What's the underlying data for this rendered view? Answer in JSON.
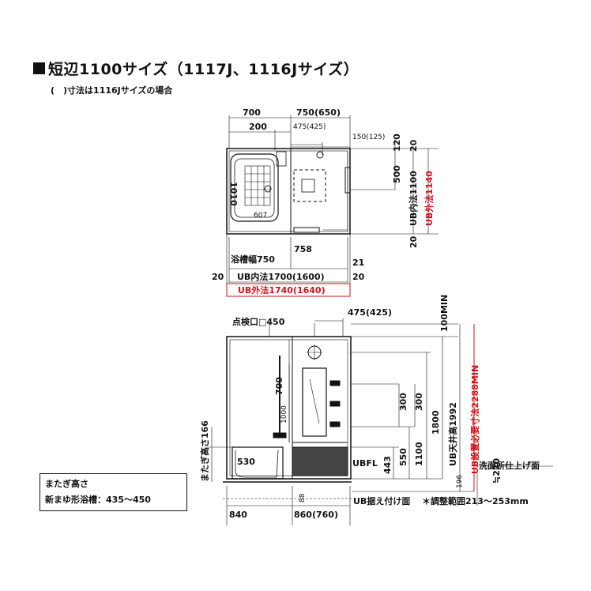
{
  "title": "短辺1100サイズ（1117J、1116Jサイズ）",
  "note": "(　)寸法は1116Jサイズの場合",
  "colors": {
    "red": "#d0121b",
    "line": "#111111"
  },
  "plan": {
    "top_dims": {
      "d700": "700",
      "d750": "750(650)",
      "d200": "200",
      "d475": "475(425)",
      "d150": "150(125)"
    },
    "right_dims": {
      "d120": "120",
      "d20a": "20",
      "d500": "500",
      "ub_inner": "UB内法1100",
      "ub_outer": "UB外法1140",
      "d20b": "20"
    },
    "tub_label": "1010",
    "tub_607": "607",
    "bottom_dims": {
      "tub_width": "浴槽幅750",
      "d758": "758",
      "d21": "21",
      "d20l": "20",
      "ub_inner": "UB内法1700(1600)",
      "d20r": "20",
      "ub_outer": "UB外法1740(1640)"
    }
  },
  "elev": {
    "inspection": "点検口□450",
    "d475": "475(425)",
    "min100": "100MIN",
    "d700": "700",
    "d1000": "1000",
    "straddle": "またぎ高さ166",
    "d530": "530",
    "d840": "840",
    "d860": "860(760)",
    "d88": "88",
    "ubfl": "UBFL",
    "v": [
      "443",
      "550",
      "300",
      "1100",
      "300",
      "1800"
    ],
    "ceiling": "UB天井高1992",
    "install": "UB設置必要寸法2288MIN",
    "d196": "196",
    "wash_finish": "洗面所仕上げ面",
    "d220": "≒220",
    "ub_base": "UB据え付け面",
    "adjust": "＊調整範囲213～253mm"
  },
  "box": {
    "line1": "またぎ高さ",
    "line2": "新まゆ形浴槽：435～450"
  }
}
